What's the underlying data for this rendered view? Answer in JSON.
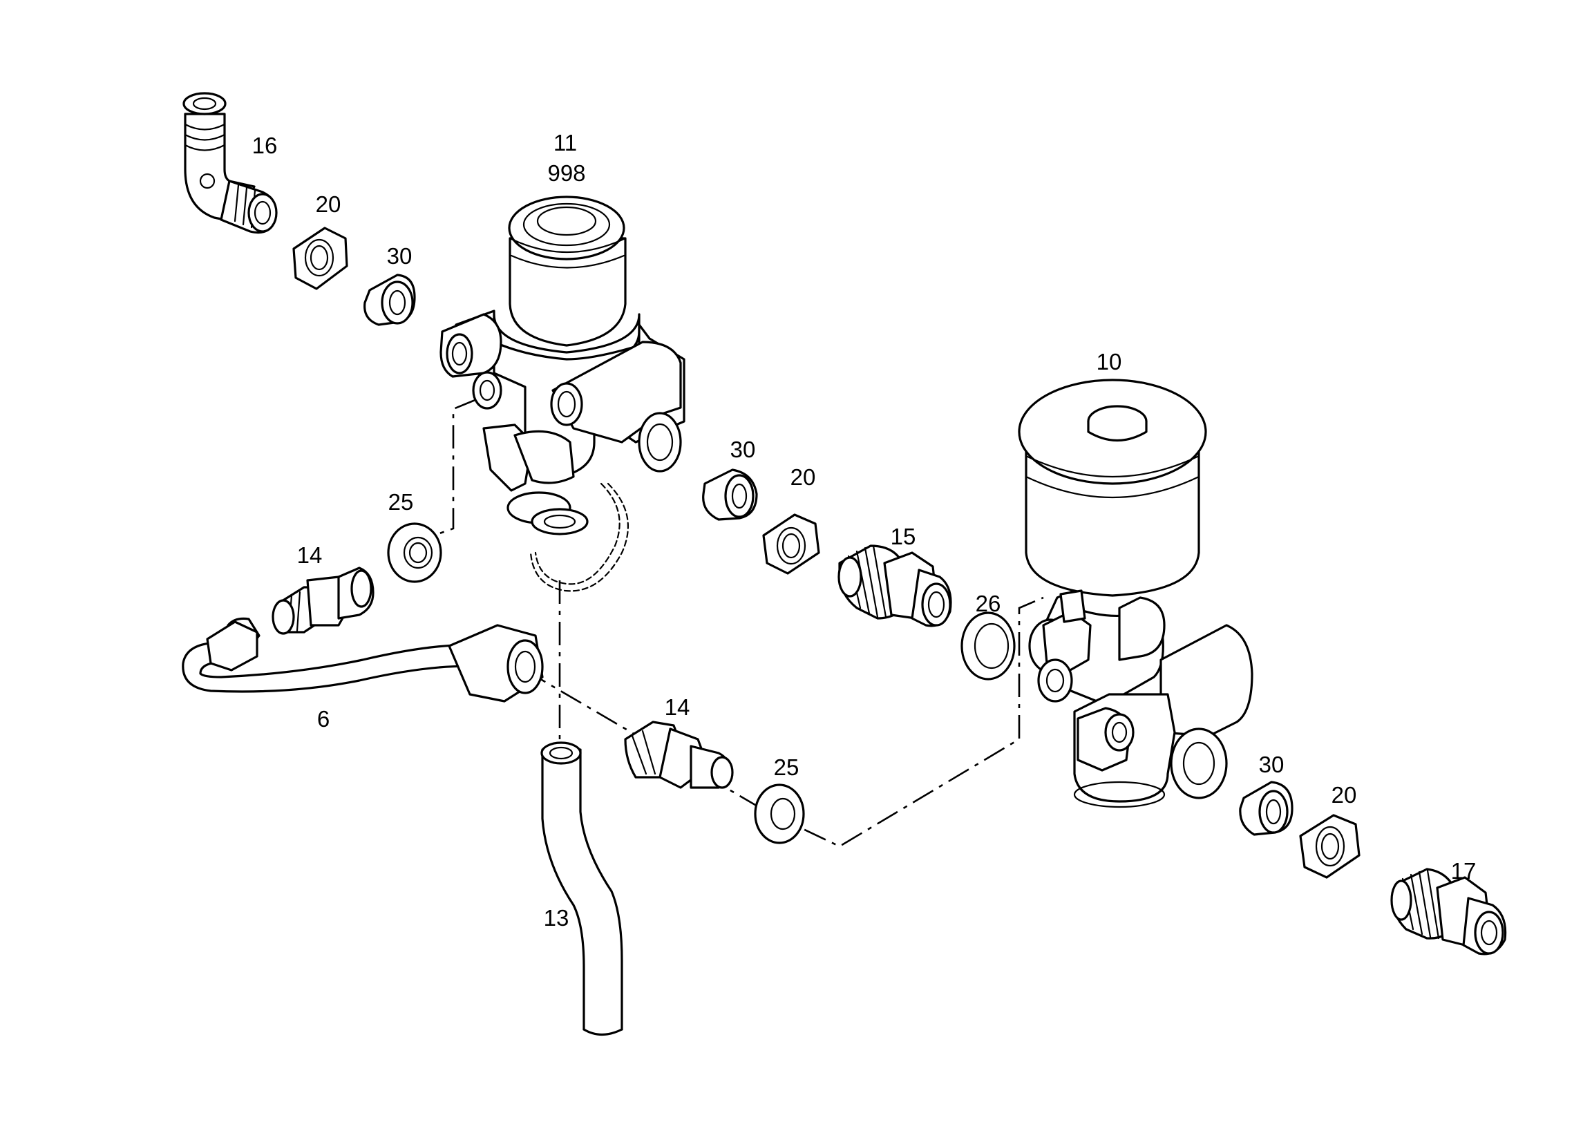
{
  "diagram": {
    "type": "exploded-parts-view",
    "callouts": {
      "part_6": "6",
      "part_10": "10",
      "part_11": "11",
      "part_11_alt": "998",
      "part_13": "13",
      "part_14_a": "14",
      "part_14_b": "14",
      "part_15": "15",
      "part_16": "16",
      "part_17": "17",
      "part_20_a": "20",
      "part_20_b": "20",
      "part_20_c": "20",
      "part_25_a": "25",
      "part_25_b": "25",
      "part_26": "26",
      "part_30_a": "30",
      "part_30_b": "30",
      "part_30_c": "30"
    }
  }
}
